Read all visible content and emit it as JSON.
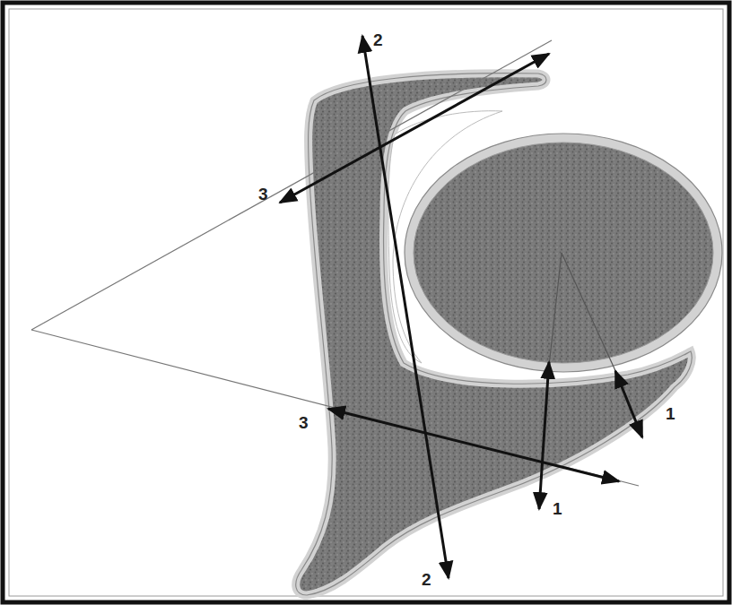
{
  "diagram": {
    "labels": [
      "2",
      "3",
      "1",
      "3",
      "1",
      "2"
    ]
  }
}
